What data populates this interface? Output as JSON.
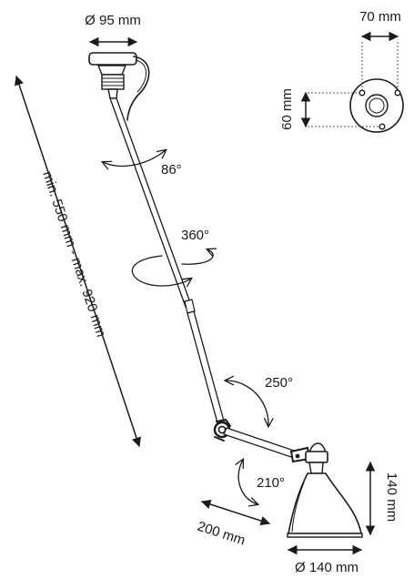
{
  "dimensions": {
    "base_diameter": "Ø 95 mm",
    "mount_width": "70 mm",
    "mount_height": "60 mm",
    "length_range": "min. 550 mm - max. 920 mm",
    "lower_arm": "200 mm",
    "shade_diameter": "Ø 140 mm",
    "shade_height": "140 mm"
  },
  "angles": {
    "top_tilt": "86°",
    "rotation": "360°",
    "elbow": "250°",
    "shade": "210°"
  },
  "colors": {
    "line": "#1a1a1a"
  }
}
